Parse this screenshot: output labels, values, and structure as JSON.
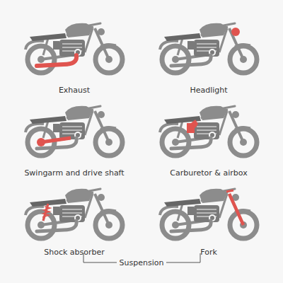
{
  "diagram": {
    "labels": [
      "Exhaust",
      "Headlight",
      "Swingarm and drive shaft",
      "Carburetor & airbox",
      "Shock absorber",
      "Fork",
      "Suspension"
    ]
  }
}
